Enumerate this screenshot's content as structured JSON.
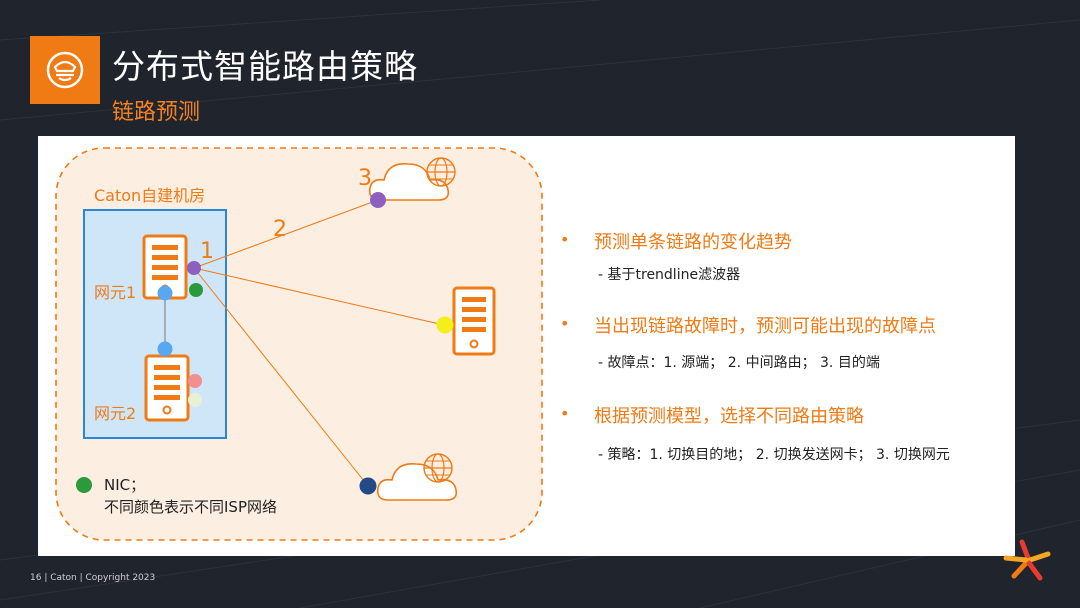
{
  "header": {
    "title": "分布式智能路由策略",
    "subtitle": "链路预测",
    "logo_icon": "router-mascot-icon",
    "accent_color": "#f07a14"
  },
  "diagram": {
    "datacenter_label": "Caton自建机房",
    "node1_label": "网元1",
    "node2_label": "网元2",
    "link_numbers": [
      "1",
      "2",
      "3"
    ],
    "legend": {
      "line1": "NIC；",
      "line2": "不同颜色表示不同ISP网络"
    },
    "icons": [
      "server-icon",
      "cloud-icon",
      "globe-icon"
    ]
  },
  "bullets": [
    {
      "title": "预测单条链路的变化趋势",
      "detail": "- 基于trendline滤波器"
    },
    {
      "title": "当出现链路故障时，预测可能出现的故障点",
      "detail": "- 故障点：1. 源端； 2. 中间路由； 3. 目的端"
    },
    {
      "title": "根据预测模型，选择不同路由策略",
      "detail": "- 策略：1. 切换目的地； 2. 切换发送网卡； 3. 切换网元"
    }
  ],
  "bullet_marker": "•",
  "footer": "16 | Caton | Copyright 2023"
}
